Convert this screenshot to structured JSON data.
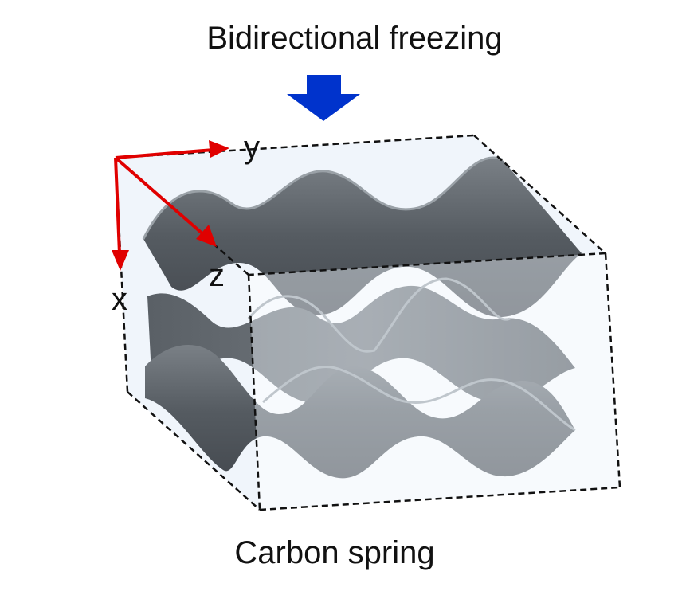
{
  "title": "Bidirectional freezing",
  "caption": "Carbon spring",
  "axes": {
    "x": "x",
    "y": "y",
    "z": "z"
  },
  "colors": {
    "arrow": "#0033cc",
    "axis": "#e00000",
    "box_fill": "#eef4fb",
    "box_edge": "#111111",
    "sheet_dark": "#4a5056",
    "sheet_mid": "#6b7177",
    "sheet_light": "#8d9399",
    "sheet_edge": "#9aa1a7"
  },
  "icons": {
    "freeze_direction": "down-arrow-icon"
  }
}
